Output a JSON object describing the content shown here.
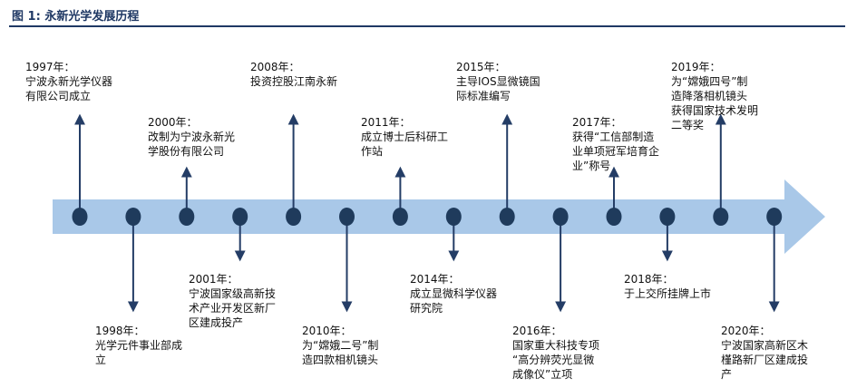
{
  "figure": {
    "label": "图 1:",
    "title": "永新光学发展历程"
  },
  "colors": {
    "title": "#1f3864",
    "band": "#a9c8e8",
    "node": "#1f3b5c",
    "stem": "#243d66",
    "text": "#111111"
  },
  "events": [
    {
      "year": "1997年：",
      "text": "宁波永新光学仪器\n有限公司成立",
      "side": "above"
    },
    {
      "year": "1998年：",
      "text": "光学元件事业部成\n立",
      "side": "below"
    },
    {
      "year": "2000年：",
      "text": "改制为宁波永新光\n学股份有限公司",
      "side": "above"
    },
    {
      "year": "2001年：",
      "text": "宁波国家级高新技\n术产业开发区新厂\n区建成投产",
      "side": "below"
    },
    {
      "year": "2008年：",
      "text": "投资控股江南永新",
      "side": "above"
    },
    {
      "year": "2010年：",
      "text": "为“嫦娥二号”制\n造四款相机镜头",
      "side": "below"
    },
    {
      "year": "2011年：",
      "text": "成立博士后科研工\n作站",
      "side": "above"
    },
    {
      "year": "2014年：",
      "text": "成立显微科学仪器\n研究院",
      "side": "below"
    },
    {
      "year": "2015年：",
      "text": "主导IOS显微镜国\n际标准编写",
      "side": "above"
    },
    {
      "year": "2016年：",
      "text": "国家重大科技专项\n“高分辨荧光显微\n成像仪”立项",
      "side": "below"
    },
    {
      "year": "2017年：",
      "text": "获得“工信部制造\n业单项冠军培育企\n业”称号",
      "side": "above"
    },
    {
      "year": "2018年：",
      "text": "于上交所挂牌上市",
      "side": "below"
    },
    {
      "year": "2019年：",
      "text": "为“嫦娥四号”制\n造降落相机镜头\n获得国家技术发明\n二等奖",
      "side": "above"
    },
    {
      "year": "2020年：",
      "text": "宁波国家高新区木\n槿路新厂区建成投\n产",
      "side": "below"
    }
  ]
}
